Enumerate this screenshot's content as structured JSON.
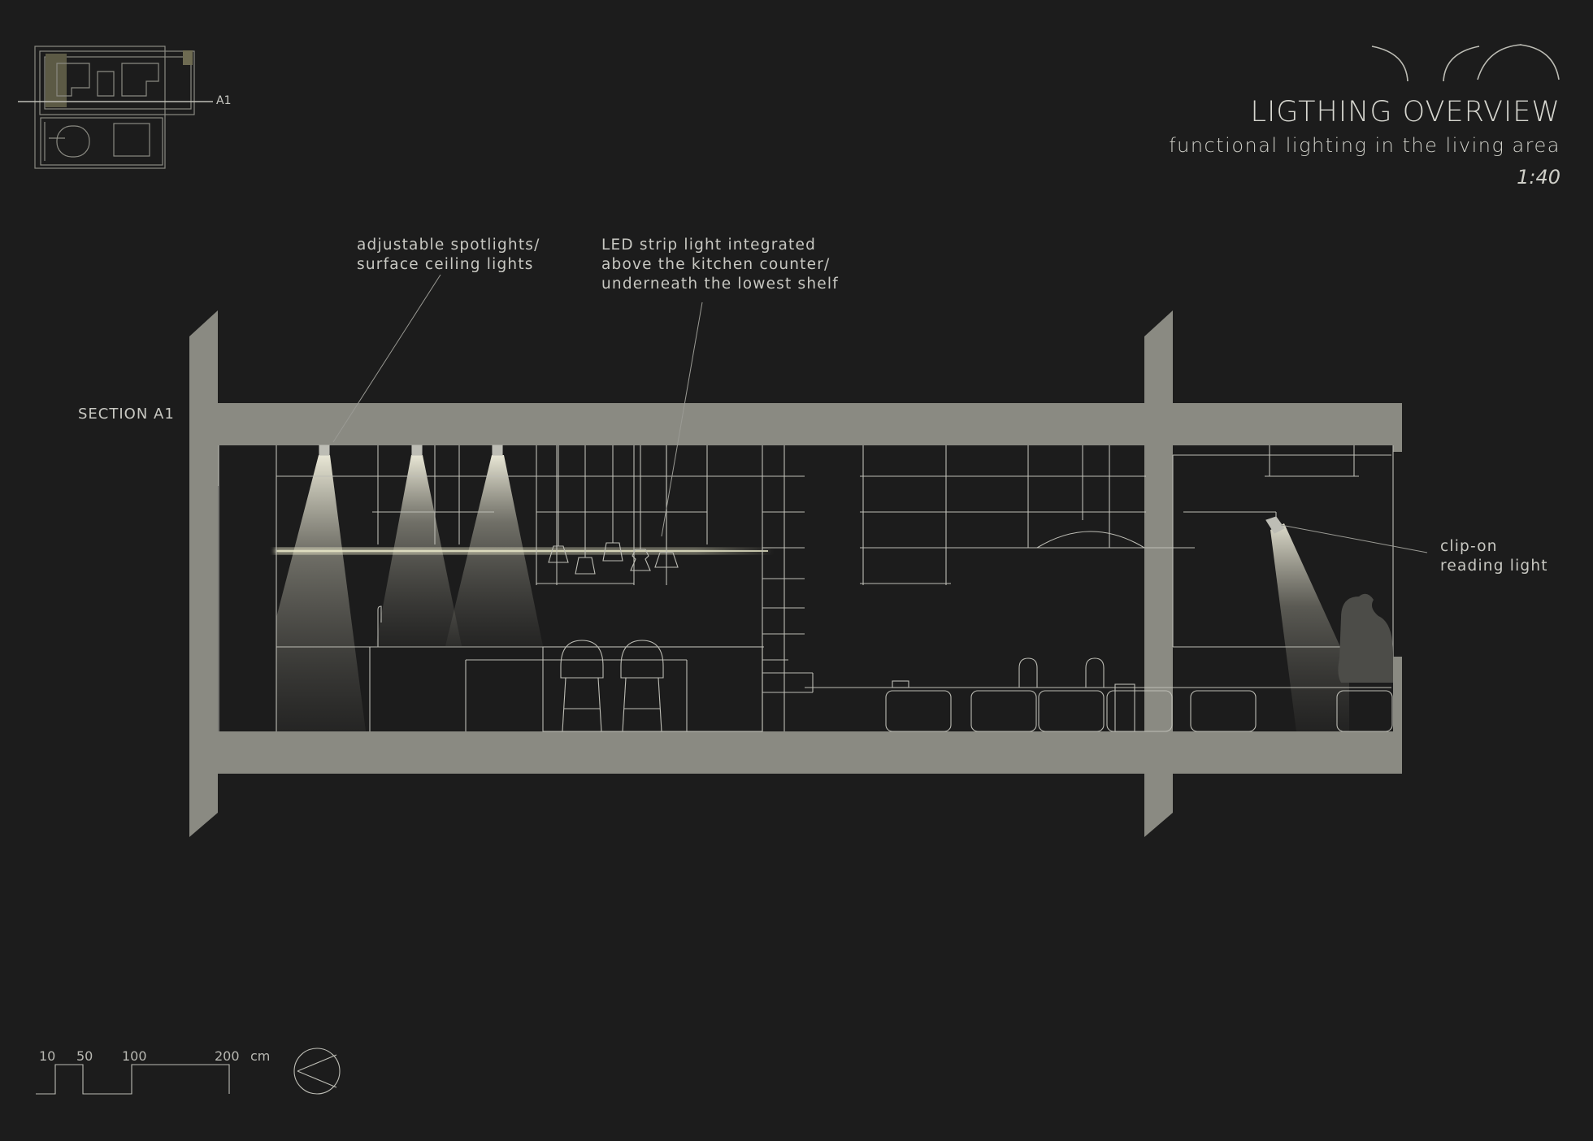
{
  "header": {
    "title": "LIGTHING OVERVIEW",
    "subtitle": "functional lighting in the living area",
    "scale": "1:40"
  },
  "keyplan": {
    "section_marker": "A1"
  },
  "section": {
    "label": "SECTION A1"
  },
  "annotations": {
    "spotlights": [
      "adjustable spotlights/",
      "surface ceiling lights"
    ],
    "led_strip": [
      "LED strip light integrated",
      "above the kitchen counter/",
      "underneath the lowest shelf"
    ],
    "reading_light": [
      "clip-on",
      "reading light"
    ]
  },
  "scale_bar": {
    "labels": [
      "10",
      "50",
      "100",
      "200"
    ],
    "unit": "cm"
  },
  "colors": {
    "background": "#1c1c1c",
    "slab": "#8a8a82",
    "line": "#bdbdb5",
    "light_cone": "#f3f1df",
    "led_glow": "#e9e7c8"
  }
}
